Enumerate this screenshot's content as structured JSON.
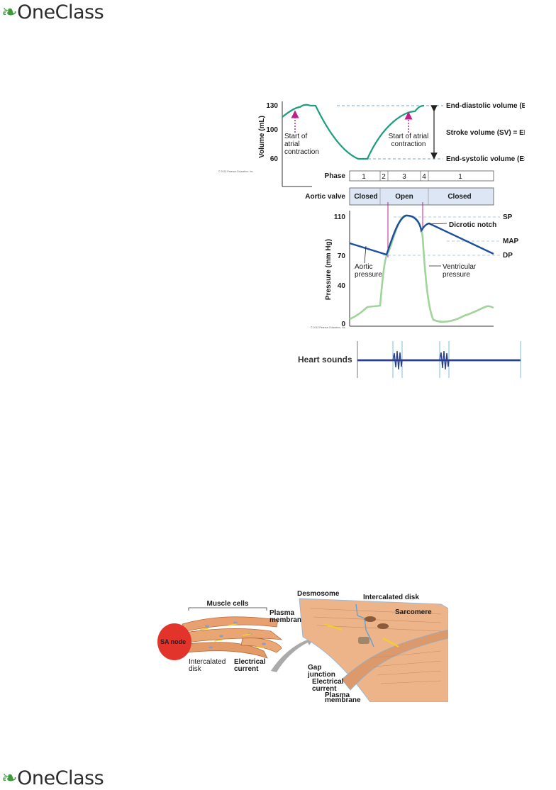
{
  "header": {
    "logo_text": "OneClass"
  },
  "footer": {
    "logo_text": "OneClass"
  },
  "figure1": {
    "volume_panel": {
      "ylabel": "Volume (mL)",
      "ticks": [
        "130",
        "100",
        "60"
      ],
      "edv": "End-diastolic volume (EDV)",
      "sv": "Stroke volume (SV) = EDV – ESV",
      "esv": "End-systolic volume (ESV)",
      "atrial1": [
        "Start of",
        "atrial",
        "contraction"
      ],
      "atrial2": [
        "Start of atrial",
        "contraction"
      ],
      "copyright": "© 2013 Pearson Education, Inc."
    },
    "phase_row": {
      "label": "Phase",
      "phases": [
        "1",
        "2",
        "3",
        "4",
        "1"
      ]
    },
    "valve_row": {
      "label": "Aortic valve",
      "states": [
        "Closed",
        "Open",
        "Closed"
      ]
    },
    "pressure_panel": {
      "ylabel": "Pressure (mm Hg)",
      "ticks": [
        "110",
        "70",
        "40",
        "0"
      ],
      "sp": "SP",
      "map": "MAP",
      "dp": "DP",
      "dicrotic": "Dicrotic notch",
      "aortic": [
        "Aortic",
        "pressure"
      ],
      "ventricular": [
        "Ventricular",
        "pressure"
      ],
      "copyright": "© 2013 Pearson Education, Inc."
    },
    "heart_sounds": {
      "label": "Heart sounds"
    }
  },
  "figure2": {
    "muscle_cells": "Muscle cells",
    "sa_node": "SA node",
    "plasma1": [
      "Plasma",
      "membrane"
    ],
    "intercalated1": [
      "Intercalated",
      "disk"
    ],
    "electrical1": [
      "Electrical",
      "current"
    ],
    "desmosome": "Desmosome",
    "intercalated2": "Intercalated disk",
    "sarcomere": "Sarcomere",
    "gap": [
      "Gap",
      "junction"
    ],
    "electrical2": [
      "Electrical",
      "current"
    ],
    "plasma2": [
      "Plasma",
      "membrane"
    ]
  },
  "colors": {
    "volume_curve": "#1f9e7e",
    "aortic_curve": "#1c4f9c",
    "ventricular_curve": "#9fd49a",
    "marker_magenta": "#c0208a",
    "valve_fill": "#dce6f4"
  }
}
